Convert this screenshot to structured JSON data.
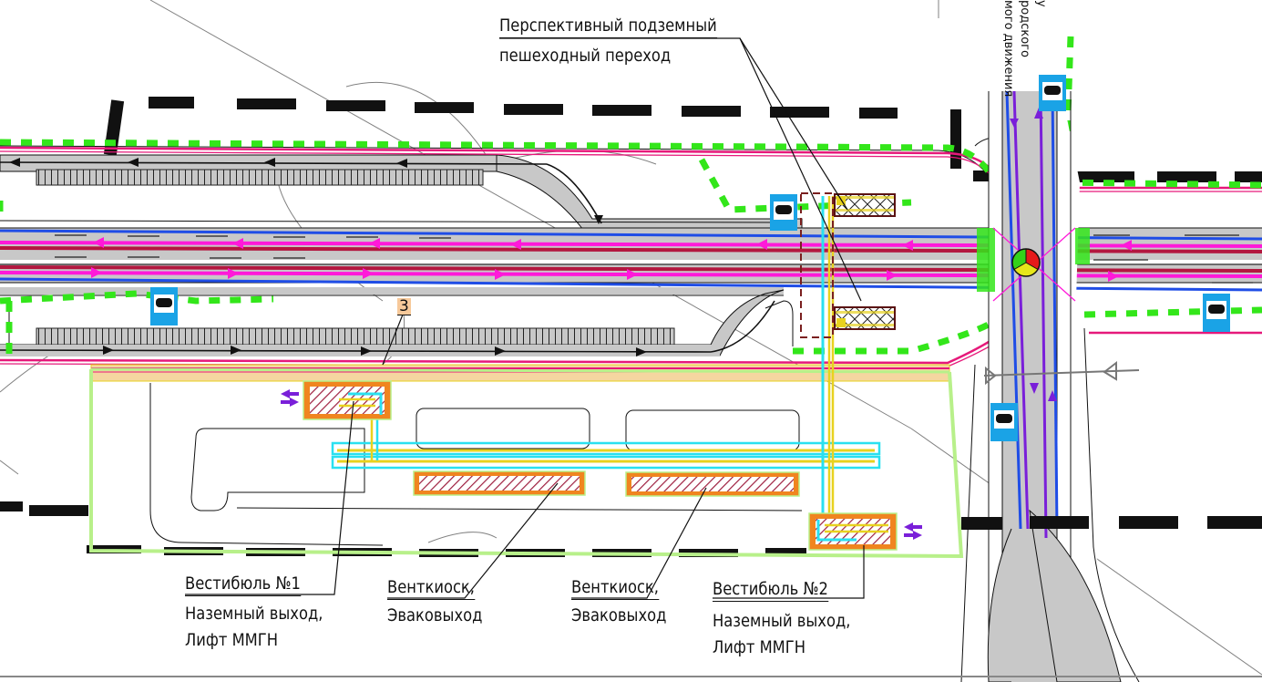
{
  "drawing": {
    "type": "site-plan",
    "colors": {
      "road": "#c8c8c8",
      "green_dash": "#33e61a",
      "boundary": "#b8f08a",
      "magenta": "#ff19d9",
      "crimson": "#b3173f",
      "blue": "#1f4de6",
      "violet": "#7a1fd9",
      "cyan": "#29e0f0",
      "yellow": "#e8d21f",
      "orange": "#f0851f",
      "hatch": "#9e1f3f",
      "bus_stop": "#1aa3e6",
      "pink_line": "#e6197a"
    }
  },
  "labels": {
    "underpass_line1": "Перспективный подземный",
    "underpass_line2": "пешеходный переход",
    "street_vertical_line1": "у",
    "street_vertical_line2": "родского",
    "street_vertical_line3": "мого движения",
    "vestibule1_title": "Вестибюль №1",
    "vestibule1_line2": "Наземный выход,",
    "vestibule1_line3": "Лифт ММГН",
    "vent1_title": "Венткиоск,",
    "vent1_line2": "Эваковыход",
    "vent2_title": "Венткиоск,",
    "vent2_line2": "Эваковыход",
    "vestibule2_title": "Вестибюль №2",
    "vestibule2_line2": "Наземный выход,",
    "vestibule2_line3": "Лифт ММГН",
    "marker_3": "3"
  },
  "icons": {
    "bus_stop": "bus-icon",
    "traffic_light": "traffic-light-icon",
    "elevator": "elevator-icon",
    "accessibility": "wheelchair-icon",
    "direction": "double-arrow-icon",
    "pedestrian_bridge": "footbridge-icon"
  }
}
